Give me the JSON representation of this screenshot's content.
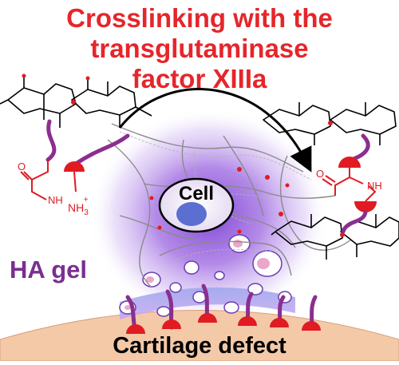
{
  "title": {
    "line1": "Crosslinking with the",
    "line2": "transglutaminase",
    "line3": "factor XIIIa"
  },
  "labels": {
    "cell": "Cell",
    "ha_gel": "HA gel",
    "cartilage_defect": "Cartilage defect",
    "nh_left": "NH",
    "nh3_left": "NH",
    "nh3_charge": "+",
    "nh3_subscript": "3",
    "nh_right": "NH",
    "o_left": "O",
    "o_right": "O"
  },
  "colors": {
    "title": "#e5262b",
    "ha_gel": "#7a2f8f",
    "linker": "#8b2e8f",
    "enzyme": "#e01b22",
    "glow": "#8a4fd6",
    "cartilage": "#f4c9a8",
    "arrow": "#000000"
  }
}
